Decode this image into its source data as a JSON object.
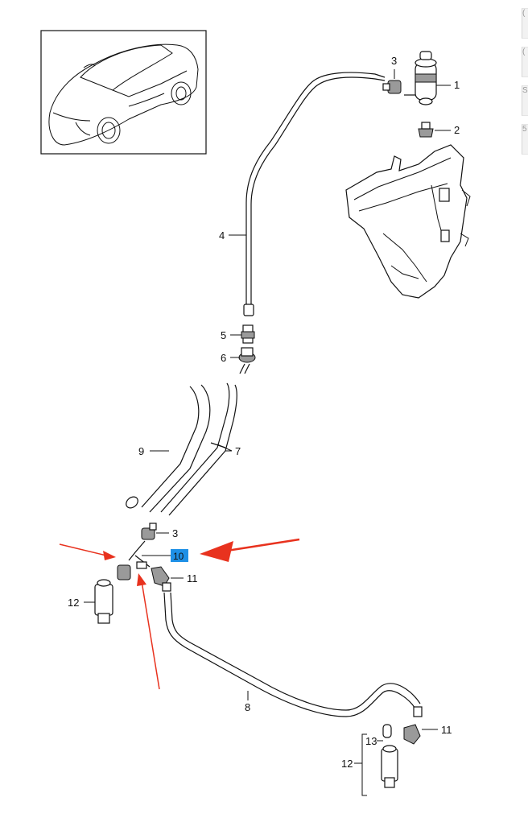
{
  "diagram": {
    "highlight_color": "#1e90e6",
    "arrow_color": "#e8321e",
    "callouts": [
      {
        "id": "c1",
        "text": "1"
      },
      {
        "id": "c2",
        "text": "2"
      },
      {
        "id": "c3a",
        "text": "3"
      },
      {
        "id": "c4",
        "text": "4"
      },
      {
        "id": "c5",
        "text": "5"
      },
      {
        "id": "c6",
        "text": "6"
      },
      {
        "id": "c7",
        "text": "7"
      },
      {
        "id": "c9",
        "text": "9"
      },
      {
        "id": "c3b",
        "text": "3"
      },
      {
        "id": "c10",
        "text": "10"
      },
      {
        "id": "c11a",
        "text": "11"
      },
      {
        "id": "c12a",
        "text": "12"
      },
      {
        "id": "c8",
        "text": "8"
      },
      {
        "id": "c11b",
        "text": "11"
      },
      {
        "id": "c13",
        "text": "13"
      },
      {
        "id": "c12b",
        "text": "12"
      }
    ]
  },
  "sidebar_tabs": [
    "(",
    "(",
    "S",
    "5"
  ]
}
